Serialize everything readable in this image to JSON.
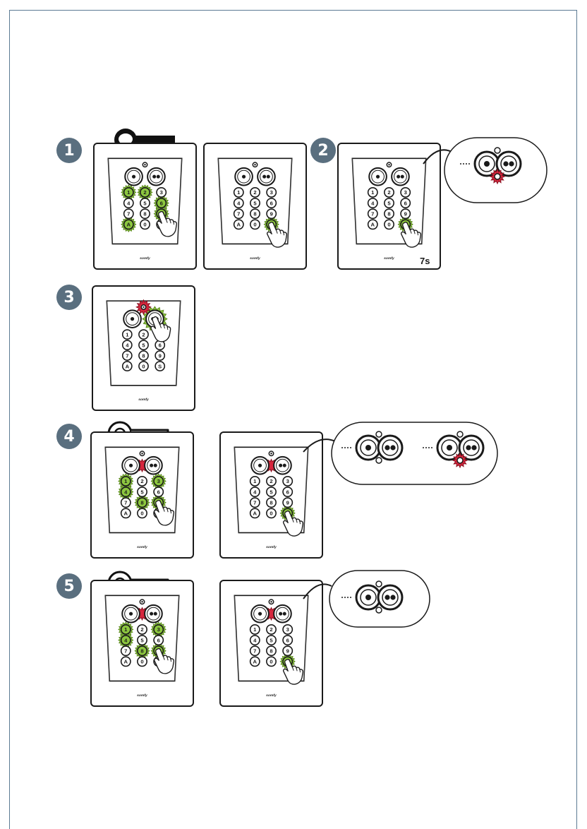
{
  "steps": [
    {
      "number": "1"
    },
    {
      "number": "2",
      "duration": "7s"
    },
    {
      "number": "3"
    },
    {
      "number": "4"
    },
    {
      "number": "5"
    }
  ],
  "keypad": {
    "brand": "somfy",
    "keys": [
      "1",
      "2",
      "3",
      "4",
      "5",
      "6",
      "7",
      "8",
      "9",
      "A",
      "0",
      "S"
    ]
  },
  "colors": {
    "badge": "#5a6f7f",
    "frame": "#5b7a93",
    "key_highlight": "#8cc63f",
    "led_alert": "#d7263d",
    "outline": "#1a1a1a"
  },
  "icons": [
    "key-icon",
    "hand-pointer-icon",
    "led-icon",
    "green-star-icon",
    "red-star-icon"
  ]
}
